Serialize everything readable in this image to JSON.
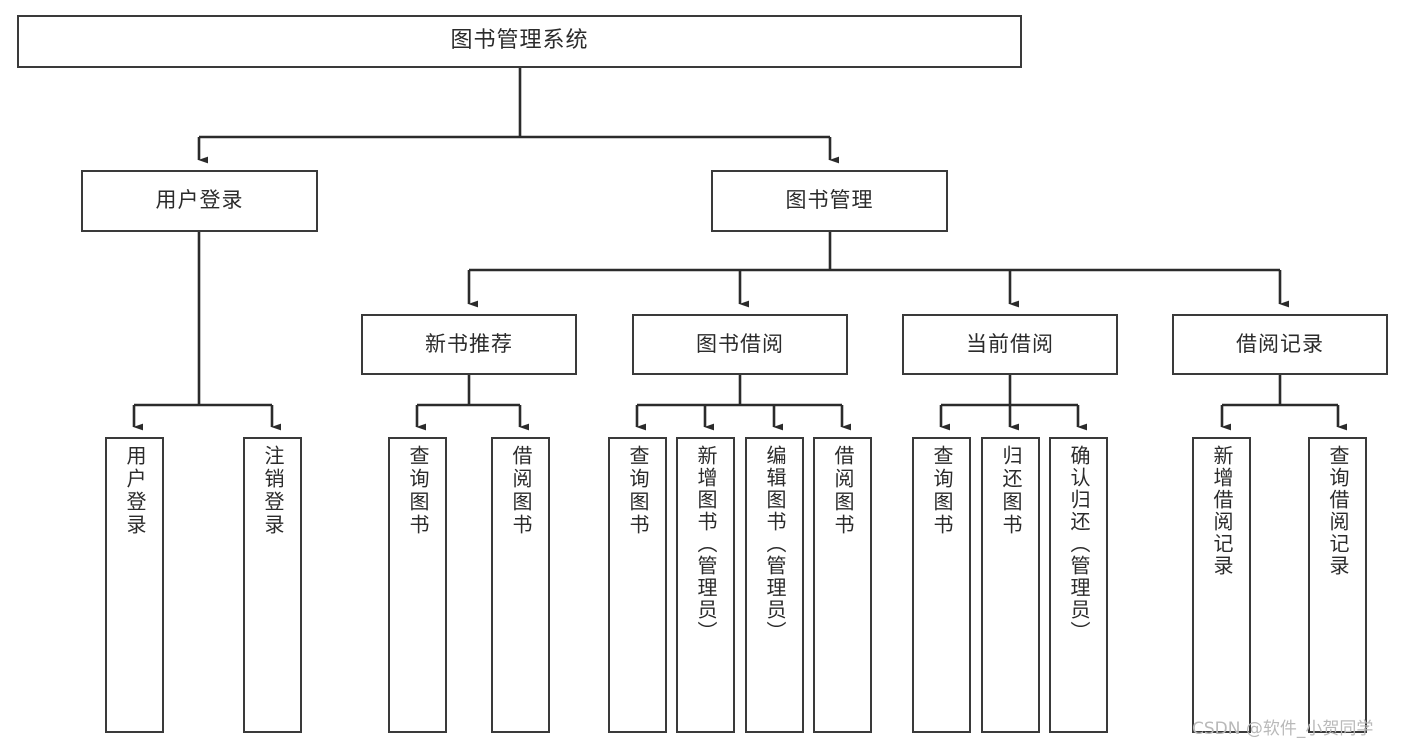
{
  "diagram": {
    "type": "tree-hierarchy",
    "title": "图书管理系统",
    "watermark": "CSDN @软件_小贺同学",
    "colors": {
      "box_border": "#3a3a3a",
      "box_fill": "#ffffff",
      "connector": "#2b2b2b",
      "text": "#2b2b2b",
      "watermark": "#b9b9b9",
      "background": "#ffffff"
    },
    "root": {
      "id": "root",
      "label": "图书管理系统",
      "orientation": "horizontal"
    },
    "level2": [
      {
        "id": "user-login",
        "label": "用户登录",
        "orientation": "horizontal"
      },
      {
        "id": "book-management",
        "label": "图书管理",
        "orientation": "horizontal"
      }
    ],
    "level3": [
      {
        "id": "new-book-recommend",
        "label": "新书推荐",
        "orientation": "horizontal",
        "parent": "book-management"
      },
      {
        "id": "book-borrow",
        "label": "图书借阅",
        "orientation": "horizontal",
        "parent": "book-management"
      },
      {
        "id": "current-borrow",
        "label": "当前借阅",
        "orientation": "horizontal",
        "parent": "book-management"
      },
      {
        "id": "borrow-record",
        "label": "借阅记录",
        "orientation": "horizontal",
        "parent": "book-management"
      }
    ],
    "leaves": [
      {
        "id": "leaf-user-login",
        "label": "用户登录",
        "parent": "user-login",
        "orientation": "vertical"
      },
      {
        "id": "leaf-user-logout",
        "label": "注销登录",
        "parent": "user-login",
        "orientation": "vertical"
      },
      {
        "id": "leaf-query-book-1",
        "label": "查询图书",
        "parent": "new-book-recommend",
        "orientation": "vertical"
      },
      {
        "id": "leaf-borrow-book-1",
        "label": "借阅图书",
        "parent": "new-book-recommend",
        "orientation": "vertical"
      },
      {
        "id": "leaf-query-book-2",
        "label": "查询图书",
        "parent": "book-borrow",
        "orientation": "vertical"
      },
      {
        "id": "leaf-add-book",
        "label": "新增图书（管理员）",
        "parent": "book-borrow",
        "orientation": "vertical"
      },
      {
        "id": "leaf-edit-book",
        "label": "编辑图书（管理员）",
        "parent": "book-borrow",
        "orientation": "vertical"
      },
      {
        "id": "leaf-borrow-book-2",
        "label": "借阅图书",
        "parent": "book-borrow",
        "orientation": "vertical"
      },
      {
        "id": "leaf-query-book-3",
        "label": "查询图书",
        "parent": "current-borrow",
        "orientation": "vertical"
      },
      {
        "id": "leaf-return-book",
        "label": "归还图书",
        "parent": "current-borrow",
        "orientation": "vertical"
      },
      {
        "id": "leaf-confirm-return",
        "label": "确认归还（管理员）",
        "parent": "current-borrow",
        "orientation": "vertical"
      },
      {
        "id": "leaf-add-record",
        "label": "新增借阅记录",
        "parent": "borrow-record",
        "orientation": "vertical"
      },
      {
        "id": "leaf-query-record",
        "label": "查询借阅记录",
        "parent": "borrow-record",
        "orientation": "vertical"
      }
    ]
  }
}
